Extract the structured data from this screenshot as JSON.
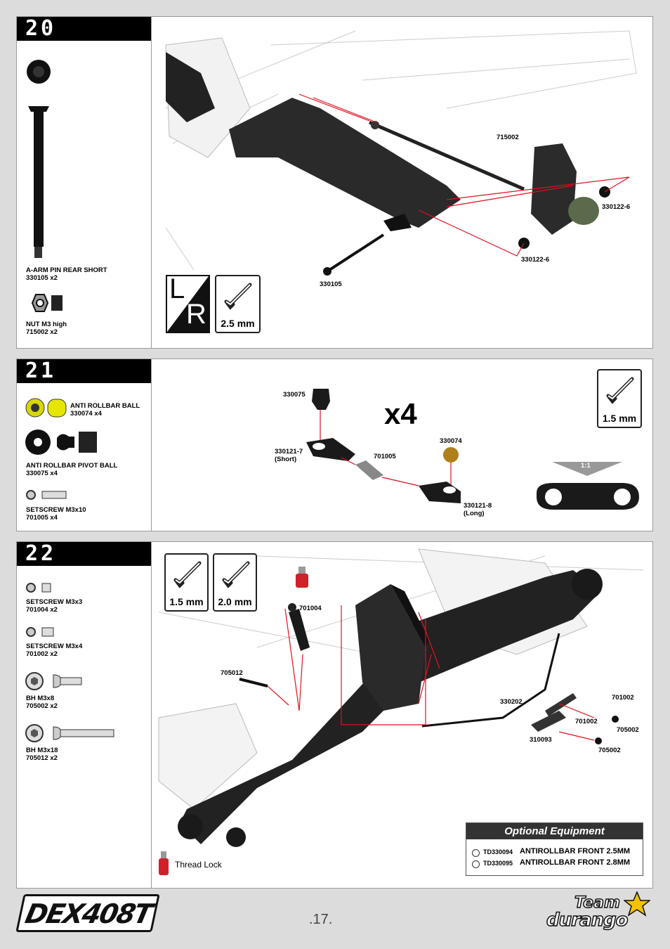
{
  "steps": [
    {
      "number": "20",
      "parts": [
        {
          "name": "A-ARM PIN REAR SHORT",
          "code": "330105  x2"
        },
        {
          "name": "NUT M3 high",
          "code": "715002  x2"
        }
      ],
      "callouts": [
        "715002",
        "330122-6",
        "330122-6",
        "330105"
      ],
      "tools": [
        "2.5 mm"
      ],
      "lr": {
        "l": "L",
        "r": "R"
      }
    },
    {
      "number": "21",
      "parts": [
        {
          "name": "ANTI ROLLBAR BALL",
          "code": "330074  x4"
        },
        {
          "name": "ANTI ROLLBAR PIVOT BALL",
          "code": "330075  x4"
        },
        {
          "name": "SETSCREW M3x10",
          "code": "701005  x4"
        }
      ],
      "callouts": {
        "c330075": "330075",
        "c330121_7": "330121-7",
        "c330121_7b": "(Short)",
        "c701005": "701005",
        "c330074": "330074",
        "c330121_8": "330121-8",
        "c330121_8b": "(Long)"
      },
      "multiplier": "x4",
      "scale": "1:1",
      "tools": [
        "1.5 mm"
      ]
    },
    {
      "number": "22",
      "parts": [
        {
          "name": "SETSCREW  M3x3",
          "code": "701004  x2"
        },
        {
          "name": "SETSCREW  M3x4",
          "code": "701002  x2"
        },
        {
          "name": "BH  M3x8",
          "code": "705002  x2"
        },
        {
          "name": "BH  M3x18",
          "code": "705012  x2"
        }
      ],
      "callouts": {
        "c701004": "701004",
        "c705012": "705012",
        "c330202": "330202",
        "c701002a": "701002",
        "c701002b": "701002",
        "c705002a": "705002",
        "c310093": "310093",
        "c705002b": "705002"
      },
      "tools": [
        "1.5 mm",
        "2.0 mm"
      ],
      "thread_lock": "Thread Lock",
      "optional": {
        "title": "Optional Equipment",
        "items": [
          {
            "code": "TD330094",
            "desc": "ANTIROLLBAR FRONT 2.5MM"
          },
          {
            "code": "TD330095",
            "desc": "ANTIROLLBAR FRONT 2.8MM"
          }
        ]
      }
    }
  ],
  "footer": {
    "model": "DEX408T",
    "page": ".17.",
    "brand_top": "Team",
    "brand_bottom": "durango"
  }
}
